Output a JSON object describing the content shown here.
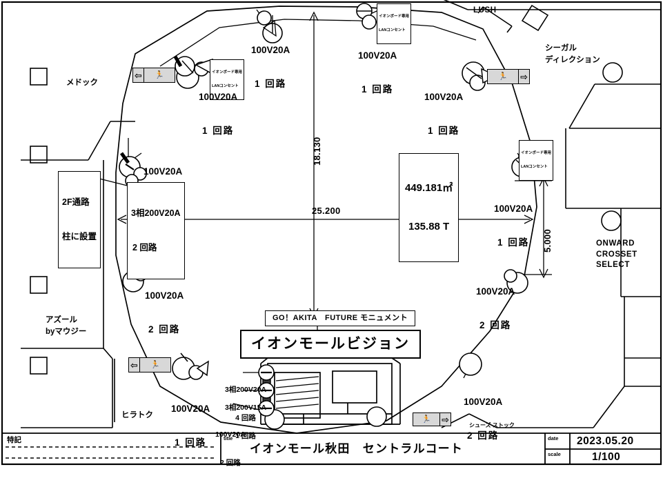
{
  "drawing": {
    "title_caption": "title",
    "title": "イオンモール秋田　セントラルコート",
    "date_caption": "date",
    "date": "2023.05.20",
    "scale_caption": "scale",
    "scale": "1/100",
    "note_caption": "特記"
  },
  "area_box": {
    "area": "449.181㎡",
    "tons": "135.88 T"
  },
  "center_labels": {
    "monument": "GO！AKITA　FUTURE モニュメント",
    "vision": "イオンモールビジョン"
  },
  "dimensions": {
    "vertical": "18.130",
    "horizontal": "25.200",
    "right_vertical": "5.000"
  },
  "lan_label": {
    "line1": "イオンボード専用",
    "line2": "LANコンセント"
  },
  "install_note": {
    "line1": "2F通路",
    "line2": "柱に設置"
  },
  "circuits": [
    {
      "id": "c-top-left",
      "power": "100V20A",
      "circuits": "1 回路"
    },
    {
      "id": "c-top-mid",
      "power": "100V20A",
      "circuits": "1 回路"
    },
    {
      "id": "c-upper-left",
      "power": "100V20A",
      "circuits": "1 回路"
    },
    {
      "id": "c-upper-right",
      "power": "100V20A",
      "circuits": "1 回路"
    },
    {
      "id": "c-right-mid",
      "power": "100V20A",
      "circuits": "1 回路"
    },
    {
      "id": "c-left-upper",
      "power": "100V20A",
      "circuits": "2 回路"
    },
    {
      "id": "c-left-3phase",
      "power": "3相200V20A",
      "circuits": "2 回路"
    },
    {
      "id": "c-left-mid",
      "power": "100V20A",
      "circuits": "2 回路"
    },
    {
      "id": "c-right-lower",
      "power": "100V20A",
      "circuits": "2 回路"
    },
    {
      "id": "c-bottom-left",
      "power": "100V20A",
      "circuits": "1 回路"
    },
    {
      "id": "c-bottom-right",
      "power": "100V20A",
      "circuits": "2 回路"
    },
    {
      "id": "c-vision-a",
      "power": "3相200V20A",
      "circuits": "4 回路"
    },
    {
      "id": "c-vision-b",
      "power": "3相200V15A",
      "circuits": "1 回路"
    },
    {
      "id": "c-vision-c",
      "power": "100V20A",
      "circuits": "2 回路"
    }
  ],
  "tenants": [
    {
      "id": "t-medoc",
      "name": "メドック"
    },
    {
      "id": "t-lush",
      "name": "LUSH"
    },
    {
      "id": "t-seagull",
      "name": "シーガル\nディレクション"
    },
    {
      "id": "t-onward",
      "name": "ONWARD\nCROSSET\nSELECT"
    },
    {
      "id": "t-azul",
      "name": "アズール\nbyマウジー"
    },
    {
      "id": "t-hiratoku",
      "name": "ヒラトク"
    },
    {
      "id": "t-shoes",
      "name": "シューズ ストック"
    }
  ],
  "icons": {
    "exit_sign": "emergency-exit-sign",
    "outlet": "electrical-outlet-symbol",
    "lan_outlet": "lan-outlet-symbol"
  }
}
